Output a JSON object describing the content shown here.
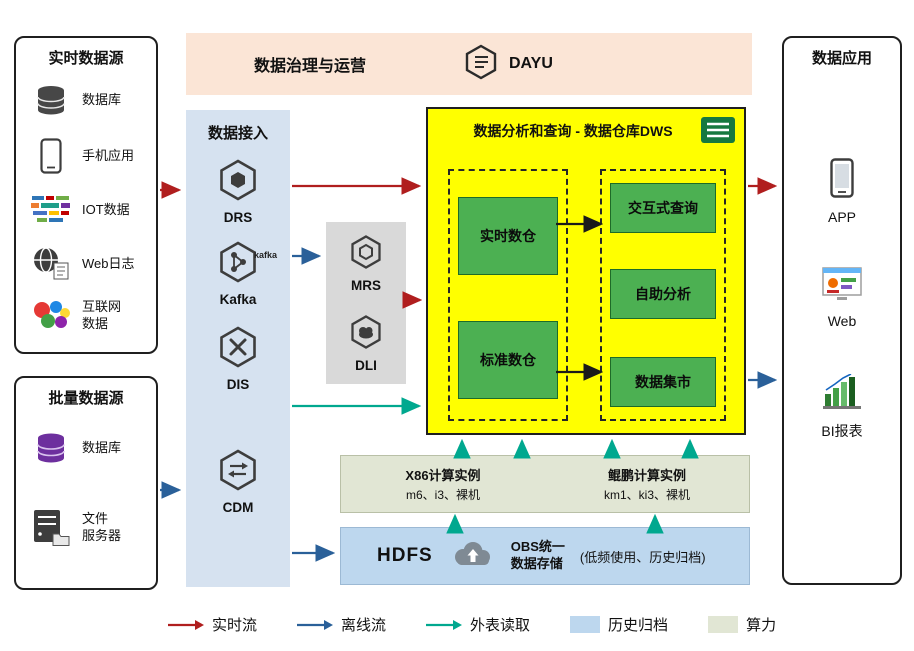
{
  "governance": {
    "title": "数据治理与运营",
    "product": "DAYU"
  },
  "realtime_sources": {
    "title": "实时数据源",
    "items": [
      {
        "label": "数据库",
        "icon": "database-icon"
      },
      {
        "label": "手机应用",
        "icon": "phone-icon"
      },
      {
        "label": "IOT数据",
        "icon": "iot-icon"
      },
      {
        "label": "Web日志",
        "icon": "web-log-icon"
      },
      {
        "label": "互联网\n数据",
        "icon": "internet-data-icon"
      }
    ]
  },
  "batch_sources": {
    "title": "批量数据源",
    "items": [
      {
        "label": "数据库",
        "icon": "database-purple-icon"
      },
      {
        "label": "文件\n服务器",
        "icon": "file-server-icon"
      }
    ]
  },
  "ingestion": {
    "title": "数据接入",
    "services": [
      {
        "label": "DRS"
      },
      {
        "label": "Kafka",
        "badge": "kafka"
      },
      {
        "label": "DIS"
      },
      {
        "label": "CDM"
      }
    ]
  },
  "staging": {
    "services": [
      {
        "label": "MRS"
      },
      {
        "label": "DLI"
      }
    ]
  },
  "dws": {
    "title": "数据分析和查询 - 数据仓库DWS",
    "warehouses": [
      "实时数仓",
      "标准数仓"
    ],
    "analytics": [
      "交互式查询",
      "自助分析",
      "数据集市"
    ]
  },
  "compute": {
    "groups": [
      {
        "title": "X86计算实例",
        "subtitle": "m6、i3、裸机"
      },
      {
        "title": "鲲鹏计算实例",
        "subtitle": "km1、ki3、裸机"
      }
    ]
  },
  "storage": {
    "hdfs_label": "HDFS",
    "obs_line1": "OBS统一",
    "obs_line2": "数据存储",
    "note": "(低频使用、历史归档)"
  },
  "applications": {
    "title": "数据应用",
    "items": [
      {
        "label": "APP",
        "icon": "app-phone-icon"
      },
      {
        "label": "Web",
        "icon": "web-app-icon"
      },
      {
        "label": "BI报表",
        "icon": "bi-report-icon"
      }
    ]
  },
  "legend": {
    "items": [
      {
        "label": "实时流",
        "type": "arrow",
        "color": "#b01e1e"
      },
      {
        "label": "离线流",
        "type": "arrow",
        "color": "#2a6099"
      },
      {
        "label": "外表读取",
        "type": "arrow",
        "color": "#00a88f"
      },
      {
        "label": "历史归档",
        "type": "swatch",
        "color": "#bdd7ee"
      },
      {
        "label": "算力",
        "type": "swatch",
        "color": "#e1e6d4"
      }
    ]
  }
}
